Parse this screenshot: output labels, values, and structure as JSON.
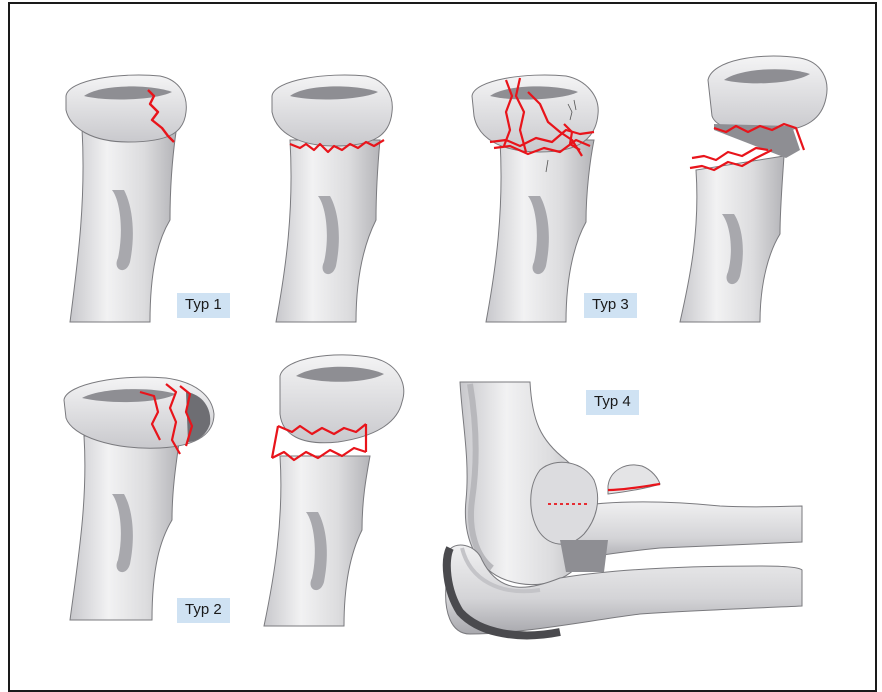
{
  "labels": {
    "typ1": "Typ 1",
    "typ2": "Typ 2",
    "typ3": "Typ 3",
    "typ4": "Typ 4"
  },
  "colors": {
    "bone_fill": "#e2e2e4",
    "bone_light": "#f5f5f6",
    "bone_shadow": "#9c9ca0",
    "bone_outline": "#6a6a6e",
    "fracture_line": "#e8141b",
    "label_bg": "#cfe2f3",
    "frame": "#1a1a1a"
  }
}
